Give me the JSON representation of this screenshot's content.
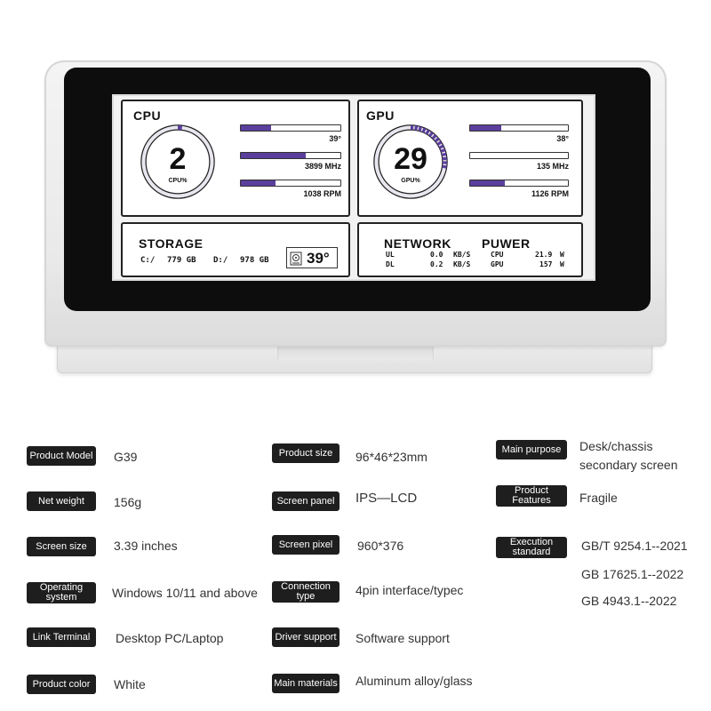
{
  "device": {
    "cpu": {
      "title": "CPU",
      "value": "2",
      "unit": "CPU%",
      "gauge_fraction": 0.02,
      "temp": "39°",
      "clock": "3899 MHz",
      "fan": "1038 RPM",
      "temp_fill": 0.3,
      "clock_fill": 0.65,
      "fan_fill": 0.35
    },
    "gpu": {
      "title": "GPU",
      "value": "29",
      "unit": "GPU%",
      "gauge_fraction": 0.29,
      "temp": "38°",
      "clock": "135 MHz",
      "fan": "1126 RPM",
      "temp_fill": 0.32,
      "clock_fill": 0.0,
      "fan_fill": 0.35
    },
    "storage": {
      "title": "STORAGE",
      "c_label": "C:/",
      "c_value": "779 GB",
      "d_label": "D:/",
      "d_value": "978 GB",
      "temp": "39°"
    },
    "network": {
      "title": "NETWORK",
      "ul_label": "UL",
      "ul_value": "0.0",
      "dl_label": "DL",
      "dl_value": "0.2",
      "unit": "KB/S"
    },
    "power": {
      "title": "PUWER",
      "cpu_label": "CPU",
      "cpu_value": "21.9",
      "gpu_label": "GPU",
      "gpu_value": "157",
      "unit": "W"
    },
    "accent_color": "#5b3f9c"
  },
  "specs": {
    "col1": [
      {
        "label": "Product Model",
        "value": "G39"
      },
      {
        "label": "Net weight",
        "value": "156g"
      },
      {
        "label": "Screen size",
        "value": "3.39 inches"
      },
      {
        "label": "Operating system",
        "value": "Windows 10/11 and above"
      },
      {
        "label": "Link Terminal",
        "value": "Desktop PC/Laptop"
      },
      {
        "label": "Product color",
        "value": "White"
      }
    ],
    "col2": [
      {
        "label": "Product size",
        "value": "96*46*23mm"
      },
      {
        "label": "Screen panel",
        "value": "IPS—LCD"
      },
      {
        "label": "Screen pixel",
        "value": "960*376"
      },
      {
        "label": "Connection type",
        "value": "4pin interface/typec"
      },
      {
        "label": "Driver support",
        "value": "Software support"
      },
      {
        "label": "Main materials",
        "value": "Aluminum alloy/glass"
      }
    ],
    "col3": {
      "main_purpose_label": "Main purpose",
      "main_purpose_line1": "Desk/chassis",
      "main_purpose_line2": "secondary screen",
      "features_label": "Product Features",
      "features_value": "Fragile",
      "standard_label": "Execution standard",
      "standard_line1": "GB/T 9254.1--2021",
      "standard_line2": "GB 17625.1--2022",
      "standard_line3": "GB 4943.1--2022"
    }
  }
}
